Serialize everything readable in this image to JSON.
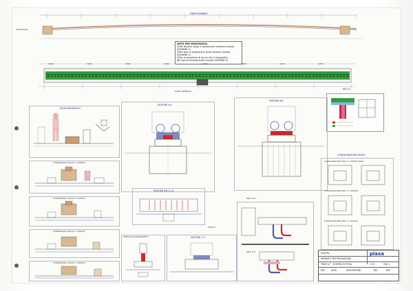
{
  "drawing": {
    "title_strip": "PIANTA BINARIO",
    "notes_header": "NOTE PER MONTAGGIO:",
    "notes": [
      "1)Per binario lungo e posizionare sistema fresato",
      "(DOMANI 1)",
      "2)Per tipo di produzione (tutti sistema fresato",
      "(DOMANI 2)",
      "3)Per la posizione di alcuni dei vi dispositivi",
      "del tipo di allineamento fresato (DOMANI 3)"
    ],
    "section_labels": {
      "sec_top_left": "VISTA MONTAGGIO",
      "sec_center": "SEZIONE A-A",
      "sec_right": "SEZIONE B-B",
      "sec_mid": "SEZIONE B-B (1:5)",
      "sec_a": "ATTREZZAGGIO TAGLIO 1° ADESIVO",
      "sec_b": "ATTREZZAGGIO TAGLIO 2° ADESIVO",
      "sec_c": "ATTREZZAGGIO TAGLIO 3° ADESIVO",
      "sec_d": "ATTREZZAGGIO TAGLIO 4° ADESIVO",
      "sec_e": "PARTICOLARE INSERIMENTO",
      "sec_f": "SEZIONE C-C"
    },
    "config_header": "CONFIGURAZIONI PROFILI",
    "configs": [
      "CONFIGURAZIONE TRAVI \"1\" ADESIVO BASE",
      "CONFIGURAZIONE TRAVI \"2\" ADESIVO",
      "CONFIGURAZIONE TRAVI \"3\" ADESIVO"
    ],
    "detail_label": "DETTAGLIO",
    "stamp_label": "DET. A",
    "small_labels": [
      "SEZ. D-D",
      "SEZ. E-E",
      "VISTA F"
    ],
    "dim_values": [
      "1000",
      "1000",
      "1000",
      "1000",
      "1000",
      "1000",
      "1000",
      "1000"
    ],
    "plan_label": "PIANTA GENERALE"
  },
  "title_block": {
    "logo": "plasa",
    "project": "PIASTRA",
    "description": "IMPIANTO PER PRODUZIONE",
    "description2": "TRAVI A T - SCHEMA DI POSA",
    "scale": "1:20",
    "sheet": "TAV. 1",
    "revisions": [
      "REV",
      "DATA",
      "DESCRIZIONE",
      "DIS.",
      "APP."
    ]
  },
  "colors": {
    "paper": "#fbfbf8",
    "line_blue": "#4f5aa8",
    "green_belt": "#2e9e3a",
    "accent_red": "#cc2a2a",
    "accent_pink": "#d46aa7",
    "accent_tan": "#c99a7a"
  }
}
